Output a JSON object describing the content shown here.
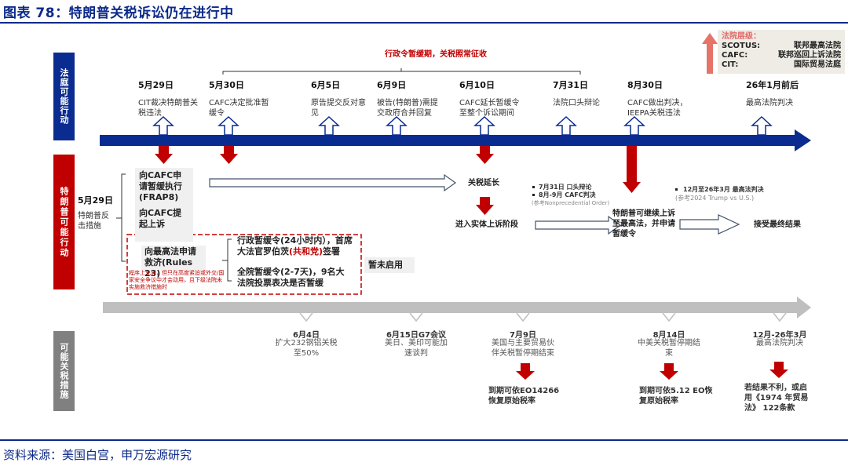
{
  "figure": {
    "title": "图表 78：特朗普关税诉讼仍在进行中",
    "source": "资料来源：美国白宫，申万宏源研究"
  },
  "side_labels": {
    "court": "法庭可能行动",
    "trump": "特朗普可能行动",
    "tariff": "可能关税措施"
  },
  "banner": "行政令暂缓期，关税照常征收",
  "legend": {
    "heading": "法院层级：",
    "rows": [
      {
        "abbr": "SCOTUS:",
        "name": "联邦最高法院"
      },
      {
        "abbr": "CAFC:",
        "name": "联邦巡回上诉法院"
      },
      {
        "abbr": "CIT:",
        "name": "国际贸易法庭"
      }
    ]
  },
  "court_events": [
    {
      "date": "5月29日",
      "desc": "CIT裁决特朗普关税违法"
    },
    {
      "date": "5月30日",
      "desc": "CAFC决定批准暂缓令"
    },
    {
      "date": "6月5日",
      "desc": "原告提交反对意见"
    },
    {
      "date": "6月9日",
      "desc": "被告(特朗普)需提交政府合并回复"
    },
    {
      "date": "6月10日",
      "desc": "CAFC延长暂缓令至整个诉讼期间"
    },
    {
      "date": "7月31日",
      "desc": "法院口头辩论"
    },
    {
      "date": "8月30日",
      "desc": "CAFC做出判决，IEEPA关税违法"
    },
    {
      "date": "26年1月前后",
      "desc": "最高法院判决"
    }
  ],
  "trump_actions": {
    "date": "5月29日",
    "desc": "特朗普反击措施",
    "option1": "向CAFC申请暂缓执行(FRAP8)",
    "option2": "向CAFC提起上诉",
    "option3": "向最高法申请救济(Rules 23)",
    "option3_note": "程序上允许，但只在高度紧迫或外交/国家安全争议中才会动用，且下级法院未实施救济措施时",
    "sub1_a": "行政暂缓令(24小时内），首席大法官罗伯茨",
    "sub1_party": "(共和党)",
    "sub1_b": "签署",
    "sub2": "全院暂缓令(2-7天)，9名大法院投票表决是否暂缓",
    "not_used": "暂未启用",
    "tariff_extend": "关税延长",
    "enter_appeal": "进入实体上诉阶段",
    "bullet1": "7月31日 口头辩论",
    "bullet2": "8月-9月 CAFC判决",
    "bullet_ref": "(参考Nonprecedential Order)",
    "continue_appeal": "特朗普可继续上诉至最高法，并申请暂缓令",
    "bullet3": "12月至26年3月 最高法判决",
    "bullet3_ref": "(参考2024 Trump vs U.S.)",
    "final": "接受最终结果"
  },
  "tariff_events": [
    {
      "date": "6月4日",
      "desc": "扩大232钢铝关税至50%",
      "result": ""
    },
    {
      "date": "6月15日G7会议",
      "desc": "美日、美印可能加速谈判",
      "result": ""
    },
    {
      "date": "7月9日",
      "desc": "美国与主要贸易伙伴关税暂停期结束",
      "result": "到期可依EO14266恢复原始税率"
    },
    {
      "date": "8月14日",
      "desc": "中美关税暂停期结束",
      "result": "到期可依5.12 EO恢复原始税率"
    },
    {
      "date": "12月-26年3月",
      "desc": "最高法院判决",
      "result": "若结果不利，或启用《1974 年贸易法》 122条款"
    }
  ],
  "colors": {
    "court_blue": "#0a2b8f",
    "trump_red": "#c00000",
    "tariff_gray": "#bfbfbf",
    "title_blue": "#0c2a8a"
  }
}
